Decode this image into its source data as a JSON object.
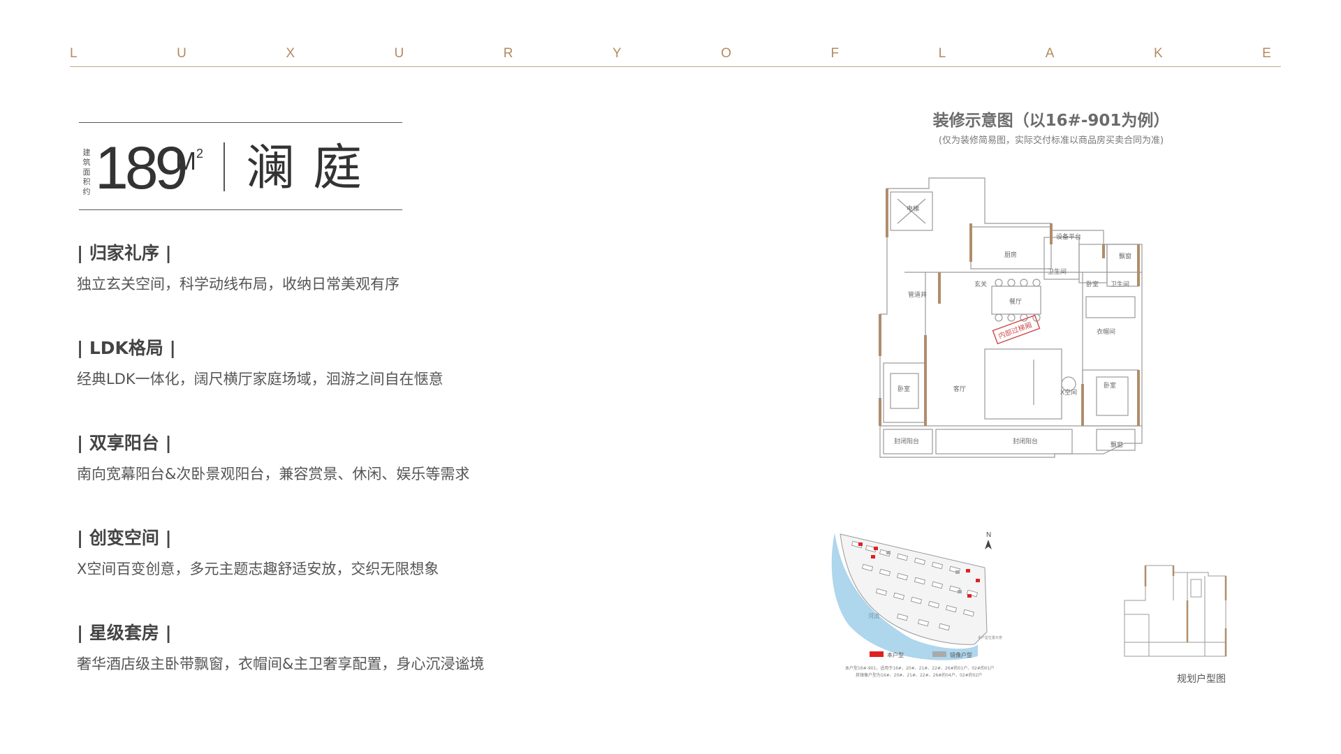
{
  "header": {
    "tagline_letters": [
      "L",
      "U",
      "X",
      "U",
      "R",
      "Y",
      "O",
      "F",
      "L",
      "A",
      "K",
      "E"
    ]
  },
  "title": {
    "area_label": "建筑面积约",
    "area_value": "189",
    "area_unit": "M",
    "area_unit_sup": "2",
    "product_name": "澜庭"
  },
  "features": [
    {
      "title": "| 归家礼序 |",
      "desc": "独立玄关空间，科学动线布局，收纳日常美观有序"
    },
    {
      "title": "| LDK格局 |",
      "desc": "经典LDK一体化，阔尺横厅家庭场域，洄游之间自在惬意"
    },
    {
      "title": "| 双享阳台 |",
      "desc": "南向宽幕阳台&次卧景观阳台，兼容赏景、休闲、娱乐等需求"
    },
    {
      "title": "| 创变空间 |",
      "desc": "X空间百变创意，多元主题志趣舒适安放，交织无限想象"
    },
    {
      "title": "| 星级套房 |",
      "desc": "奢华酒店级主卧带飘窗，衣帽间&主卫奢享配置，身心沉浸谧境"
    }
  ],
  "floorplan": {
    "title": "装修示意图（以16#-901为例）",
    "note": "(仅为装修简易图，实际交付标准以商品房买卖合同为准)",
    "rooms": {
      "elevator": "电梯",
      "equipment": "设备平台",
      "kitchen": "厨房",
      "foyer": "玄关",
      "dining": "餐厅",
      "storage": "管道井",
      "bath1": "卫生间",
      "bath2": "卫生间",
      "study": "卧室",
      "walkin": "衣帽间",
      "bed_left": "卧室",
      "living": "客厅",
      "xspace": "X空间",
      "bed_master": "卧室",
      "balcony_left": "封闭阳台",
      "balcony_main": "封闭阳台",
      "bay": "飘窗",
      "bay2": "飘窗"
    },
    "stamp": "内部过梯厢"
  },
  "siteplan": {
    "north": "N",
    "river": "河流",
    "legend_this": "本户型",
    "legend_mirror": "镜像户型",
    "note_line1": "本户型16#-901，适用于16#、20#、21#、22#、26#的01户、02#的01户",
    "note_line2": "其镜像户型为16#、20#、21#、22#、26#的04户、02#的02户",
    "caption_small": "本户型位置示意",
    "colors": {
      "this": "#e02020",
      "mirror": "#aaaaaa",
      "river": "#aed6ec"
    }
  },
  "mini_plan": {
    "caption": "规划户型图"
  }
}
